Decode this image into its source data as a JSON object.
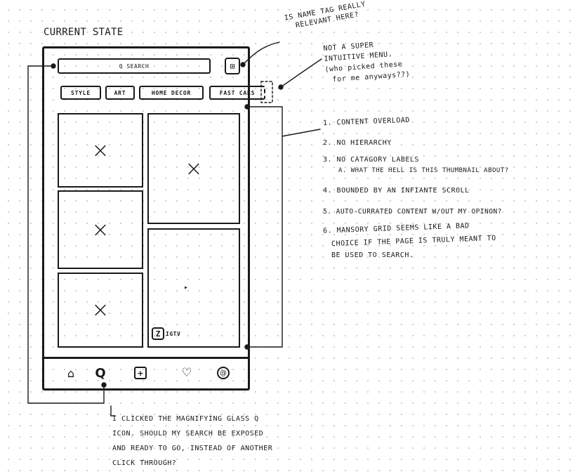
{
  "title": "CURRENT STATE",
  "phone": {
    "search_placeholder": "Q SEARCH",
    "nametag_icon": "nametag-icon",
    "chips": [
      "STYLE",
      "ART",
      "HOME DECOR",
      "FAST CARS"
    ],
    "tile_marks": [
      "×",
      "×",
      "×",
      "×"
    ],
    "play_glyph": "▸",
    "igtv_label": "IGTV",
    "nav_icons": [
      "home-icon",
      "search-icon",
      "add-icon",
      "heart-icon",
      "profile-icon"
    ]
  },
  "annotations": {
    "nametag": [
      "IS NAME TAG REALLY",
      "RELEVANT HERE?"
    ],
    "menu": [
      "NOT A SUPER",
      "INTUITIVE MENU.",
      "(who picked these",
      "for me anyways??)"
    ],
    "list": [
      "1. CONTENT OVERLOAD",
      "2. NO HIERARCHY",
      "3. NO CATAGORY LABELS",
      "a. WHAT THE HELL IS THIS THUMBNAIL ABOUT?",
      "4. BOUNDED BY AN INFIANTE SCROLL",
      "5. AUTO-CURRATED CONTENT W/OUT MY OPINON?",
      "6. MANSORY GRID SEEMS LIKE A BAD",
      "CHOICE IF THE PAGE IS TRULY MEANT TO",
      "BE USED TO SEARCH."
    ],
    "bottom": [
      "I CLICKED THE MAGNIFYING GLASS Q",
      "ICON. SHOULD MY SEARCH BE EXPOSED",
      "AND READY TO GO, INSTEAD OF ANOTHER",
      "CLICK THROUGH?"
    ]
  }
}
